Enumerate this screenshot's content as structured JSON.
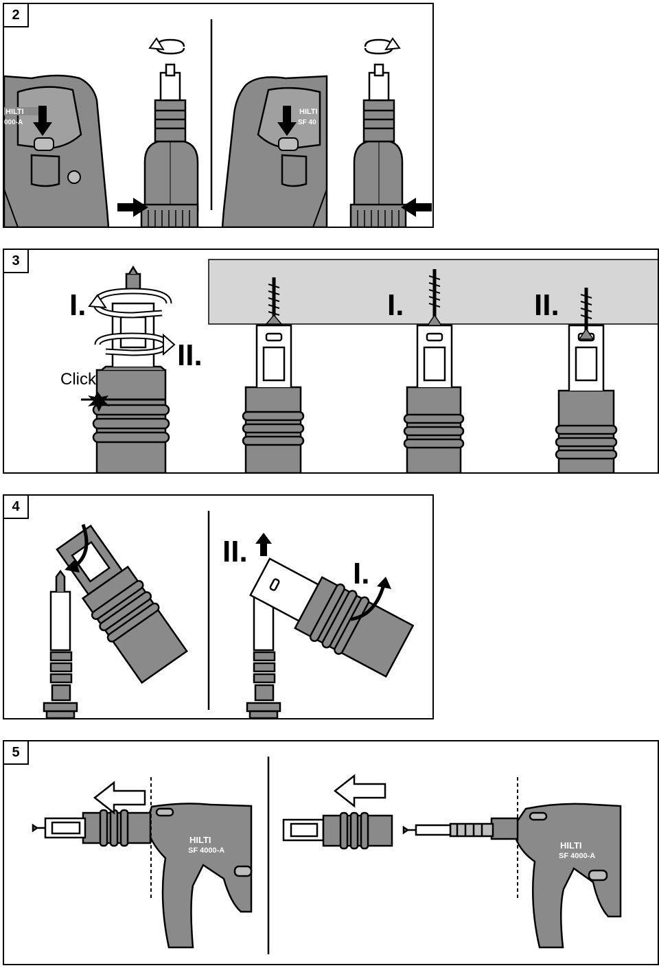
{
  "steps": [
    {
      "number": "2"
    },
    {
      "number": "3",
      "labels": {
        "left_i": "I.",
        "left_ii": "II.",
        "click": "Click",
        "right_i": "I.",
        "right_ii": "II."
      }
    },
    {
      "number": "4",
      "labels": {
        "ii": "II.",
        "i": "I."
      }
    },
    {
      "number": "5"
    }
  ],
  "branding": {
    "logo": "HILTI",
    "model": "SF 4000-A",
    "model_partial_left": "000-A",
    "model_partial_right": "SF 40"
  },
  "colors": {
    "tool_gray": "#8a8a8a",
    "ceiling_gray": "#d6d6d6",
    "light_gray": "#bdbdbd",
    "outline": "#000000"
  }
}
